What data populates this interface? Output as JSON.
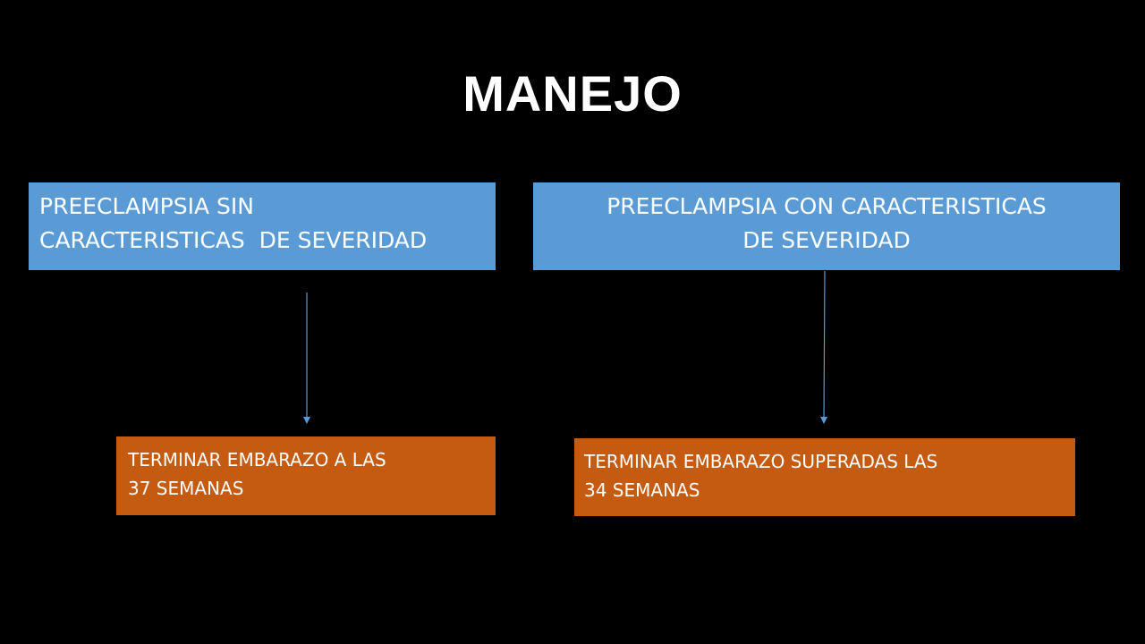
{
  "title": "MANEJO",
  "colors": {
    "background": "#000000",
    "category_box": "#5b9bd5",
    "action_box": "#c55a11",
    "arrow": "#5b9bd5",
    "text": "#ffffff"
  },
  "categories": [
    {
      "lines": [
        "PREECLAMPSIA SIN",
        "CARACTERISTICAS  DE SEVERIDAD"
      ]
    },
    {
      "lines": [
        "PREECLAMPSIA CON CARACTERISTICAS",
        "DE SEVERIDAD"
      ]
    }
  ],
  "actions": [
    {
      "lines": [
        "TERMINAR EMBARAZO A LAS",
        "37 SEMANAS"
      ]
    },
    {
      "lines": [
        "TERMINAR EMBARAZO SUPERADAS LAS",
        "34 SEMANAS"
      ]
    }
  ]
}
